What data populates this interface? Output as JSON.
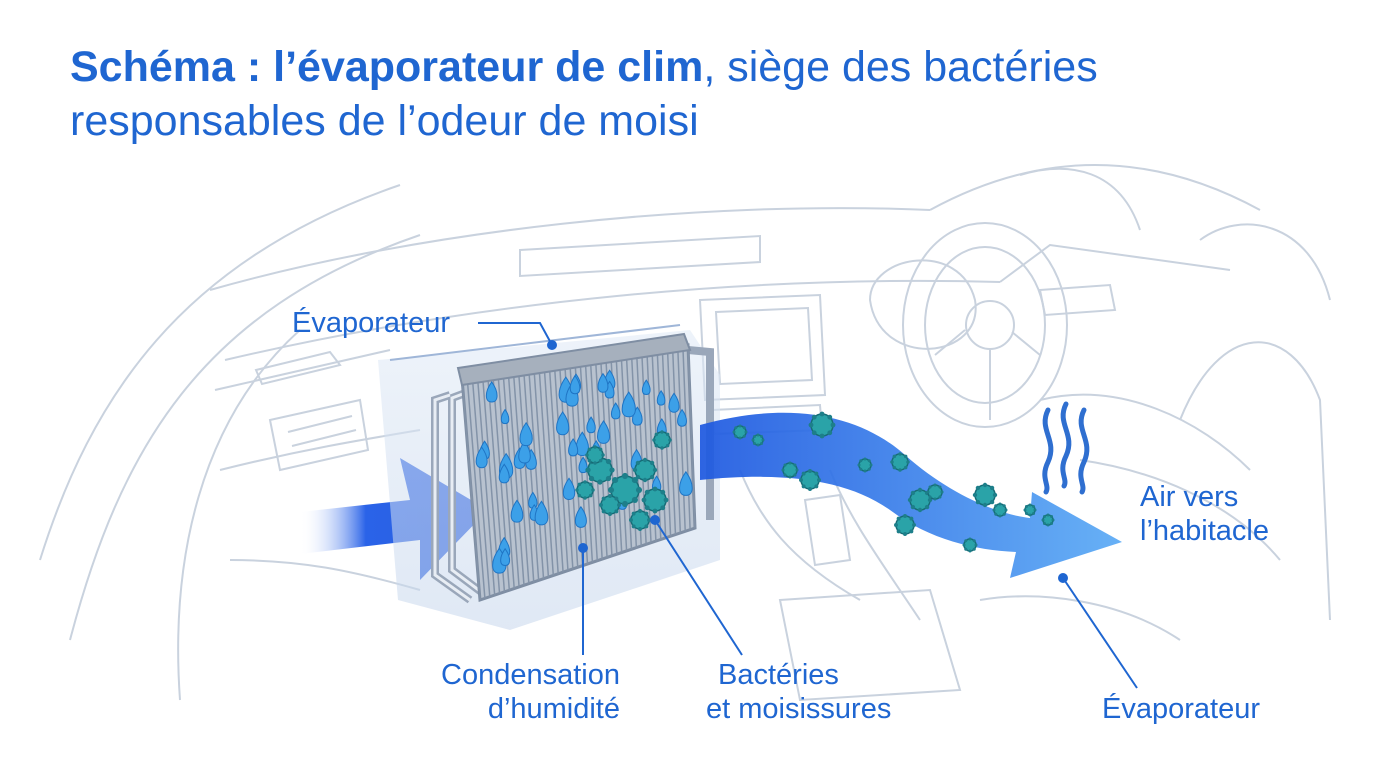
{
  "title": {
    "bold_part": "Schéma : l’évaporateur de clim",
    "rest_line1": ", siège des bactéries",
    "line2": "responsables de l’odeur de moisi"
  },
  "labels": {
    "evaporator_top": "Évaporateur",
    "condensation": [
      "Condensation",
      "d’humidité"
    ],
    "bacteria": [
      "Bactéries",
      "et moisissures"
    ],
    "air_to_cabin": [
      "Air vers",
      "l’habitacle"
    ],
    "evaporator_bottom": "Évaporateur"
  },
  "colors": {
    "accent": "#1f66d1",
    "arrow_blue": "#2a63e8",
    "flow_blue": "#3f86f0",
    "droplet": "#3ca0e8",
    "bacteria": "#2aa3a8",
    "line_art": "#c9d2de"
  }
}
